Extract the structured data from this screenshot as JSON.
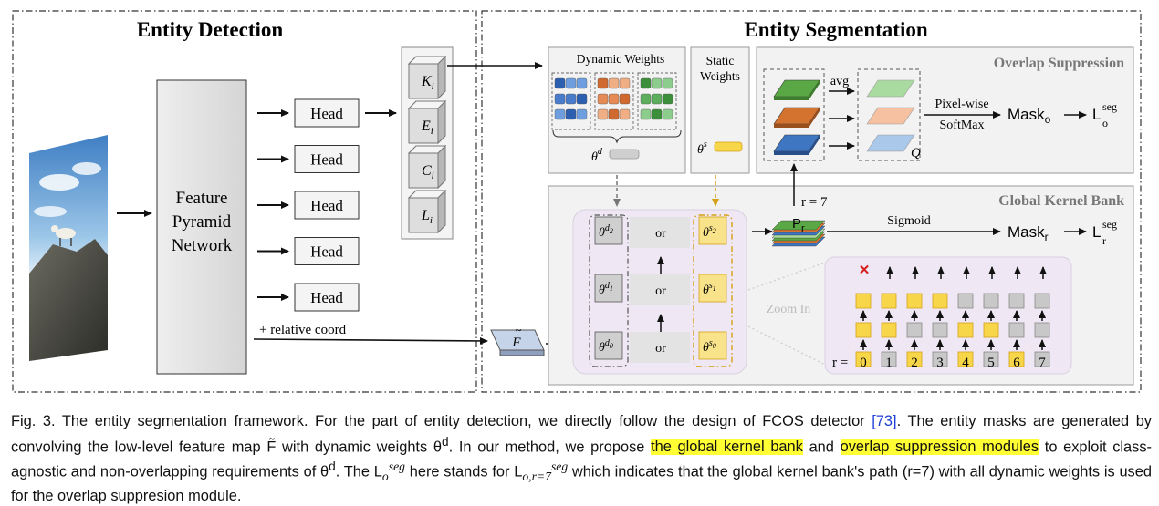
{
  "figure": {
    "detection_title": "Entity Detection",
    "segmentation_title": "Entity Segmentation",
    "fpn_lines": [
      "Feature",
      "Pyramid",
      "Network"
    ],
    "head_label": "Head",
    "head_count": 5,
    "stack_labels": [
      "K",
      "E",
      "C",
      "L"
    ],
    "stack_sub": "i",
    "relative_coord": "+ relative coord",
    "f_tilde": "F",
    "dynamic_weights": "Dynamic Weights",
    "static_weights_line1": "Static",
    "static_weights_line2": "Weights",
    "theta_d": "θ",
    "theta_d_sup": "d",
    "theta_s": "θ",
    "theta_s_sup": "s",
    "overlap_title": "Overlap Suppression",
    "avg": "avg",
    "q_label": "Q",
    "pixelwise": "Pixel-wise",
    "softmax": "SoftMax",
    "mask_o": "Mask",
    "mask_o_sub": "o",
    "l_seg": "L",
    "l_seg_sup": "seg",
    "l_o_sub": "o",
    "global_title": "Global Kernel Bank",
    "r_eq": "r = 7",
    "p_r": "P",
    "p_r_sub": "r",
    "sigmoid": "Sigmoid",
    "mask_r": "Mask",
    "mask_r_sub": "r",
    "l_r_sub": "r",
    "or": "or",
    "zoom_in": "Zoom In",
    "r_axis_label": "r =",
    "r_values": [
      "0",
      "1",
      "2",
      "3",
      "4",
      "5",
      "6",
      "7"
    ],
    "kernel_rows_d": [
      "2",
      "1",
      "0"
    ],
    "kernel_rows_s": [
      "2",
      "1",
      "0"
    ]
  },
  "caption": {
    "p1": "Fig. 3. The entity segmentation framework. For the part of entity detection, we directly follow the design of FCOS detector ",
    "ref": "[73]",
    "p2": ". The entity masks are generated by convolving the low-level feature map F̃ with dynamic weights θ",
    "p2_sup": "d",
    "p3": ". In our method, we propose ",
    "hl1": "the global kernel bank",
    "p4": " and ",
    "hl2": "overlap suppression modules",
    "p5": " to exploit class-agnostic and non-overlapping requirements of θ",
    "p5_sup": "d",
    "p6": ". The L",
    "p6_sup": "seg",
    "p6_sub": "o",
    "p7": " here stands for L",
    "p7_sup": "seg",
    "p7_sub": "o,r=7",
    "p8": " which indicates that the global kernel bank's path (r=7) with all dynamic weights is used for the overlap suppresion module."
  },
  "colors": {
    "panel_bg": "#f2f2f2",
    "kernel_panel": "#f1ecf5",
    "gold": "#d4a017",
    "gold_fill": "#f9e38a",
    "gray_box": "#cfcfcf",
    "highlight": "#ffff33",
    "ref": "#1f3fd6"
  }
}
